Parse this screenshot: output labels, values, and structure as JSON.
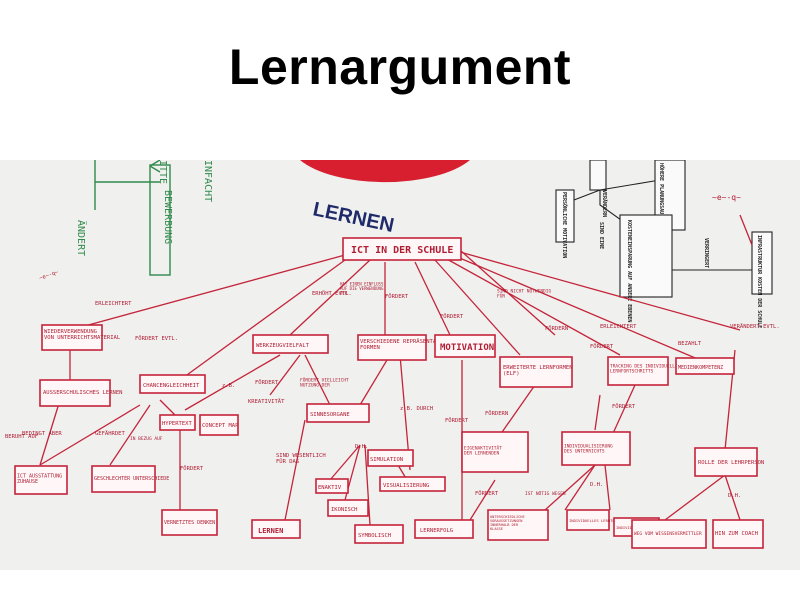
{
  "title": "Lernargument",
  "banner_text": "LERNEN",
  "green_notes": {
    "a": "ÄNDERT",
    "b": "INFACHT",
    "c": "BEWERBUNG",
    "d": "ITTE"
  },
  "doodle": "~e~-q~",
  "black_nodes": {
    "n1": "PERSÖNLICHE MOTIVATION",
    "n2": "VERÄNDERN",
    "n3": "HÖHERE PLANUNGSAUFWAND",
    "n4": "KOSTENEINSPARUNG AUF ANDERE EBENEN",
    "n5": "INFRASTRUKTUR KOSTEN DER SCHULE",
    "lbl1": "SIND EINE",
    "lbl2": "VERRINGERT"
  },
  "nodes": {
    "root": "ICT IN DER SCHULE",
    "wiederverwendung": "WIEDERVERWENDUNG VON UNTERRICHTSMATERIAL",
    "ausserschulisches": "AUSSERSCHULISCHES LERNEN",
    "chancengleichheit": "CHANCENGLEICHHEIT",
    "werkzeugvielfalt": "WERKZEUGVIELFALT",
    "hypertext": "HYPERTEXT",
    "concept_map": "CONCEPT MAP",
    "kreativitaet": "KREATIVITÄT",
    "sinnesorgane": "SINNESORGANE",
    "repraesentationsformen": "VERSCHIEDENE REPRÄSENTATIONS FORMEN",
    "motivation": "MOTIVATION",
    "erweiterte": "ERWEITERTE LERNFORMEN (ELF)",
    "tracking": "TRACKING DES INDIVIDUELLEN LERNFORTSCHRITTS",
    "medienkompetenz": "MEDIENKOMPETENZ",
    "ict_ausstattung": "ICT AUSSTATTUNG ZUHAUSE",
    "geschlechter": "GESCHLECHTER UNTERSCHIEDE",
    "vernetztes": "VERNETZTES DENKEN",
    "lernen": "LERNEN",
    "enaktiv": "ENAKTIV",
    "ikonisch": "IKONISCH",
    "symbolisch": "SYMBOLISCH",
    "simulation": "SIMULATION",
    "visualisierung": "VISUALISIERUNG",
    "lernerfolg": "LERNERFOLG",
    "eigenaktivitaet": "EIGENAKTIVITÄT DER LERNENDEN",
    "individualisierung": "INDIVIDUALISIERUNG DES UNTERRICHTS",
    "unterschiedliche": "UNTERSCHIEDLICHE VORAUSSETZUNGEN INNERHALB DER KLASSE",
    "lerntempo": "INDIVIDUELLES LERNTEMPO",
    "inhalt": "INDIVIDUELLER INHALT",
    "rolle": "ROLLE DER LEHRPERSON",
    "wissensvermittler": "WEG VOM WISSENSVERMITTLER",
    "coach": "HIN ZUM COACH"
  },
  "edge_labels": {
    "erleichtert1": "ERLEICHTERT",
    "foerdert_evtl": "FÖRDERT EVTL.",
    "erhoeht": "ERHÖHT EVTL.",
    "hat_einen": "HAT EINEN EINFLUSS AUF DIE VERWENDUNG DER",
    "foerdert1": "FÖRDERT",
    "foerdert2": "FÖRDERT",
    "sind_nicht": "SIND NICHT NOTWENDIG FÜR",
    "foerdern1": "FÖRDERN",
    "erleichtert2": "ERLEICHTERT",
    "foerdert3": "FÖRDERT",
    "bezahlt": "BEZAHLT",
    "veraendert": "VERÄNDERT EVTL.",
    "zb1": "z.B.",
    "foerdert4": "FÖRDERT",
    "foerdert_vielleicht": "FÖRDERT VIELLEICHT NUTZUNG DER",
    "beruht": "BERUHT AUF",
    "begruendet": "BEDINGT ABER",
    "gefaehrdet": "GEFÄHRDET",
    "in_bezug": "IN BEZUG AUF",
    "sind_wesentlich": "SIND WESENTLICH FÜR DAS",
    "dh1": "D.H.",
    "zb2": "z.B. DURCH",
    "foerdert5": "FÖRDERT",
    "foerdern2": "FÖRDERN",
    "foerdert6": "FÖRDERT",
    "foerdert7": "FÖRDERT",
    "ist_noetig": "IST NÖTIG WEGEN",
    "dh2": "D.H.",
    "dh3": "D.H.",
    "foerdert8": "FÖRDERT"
  }
}
